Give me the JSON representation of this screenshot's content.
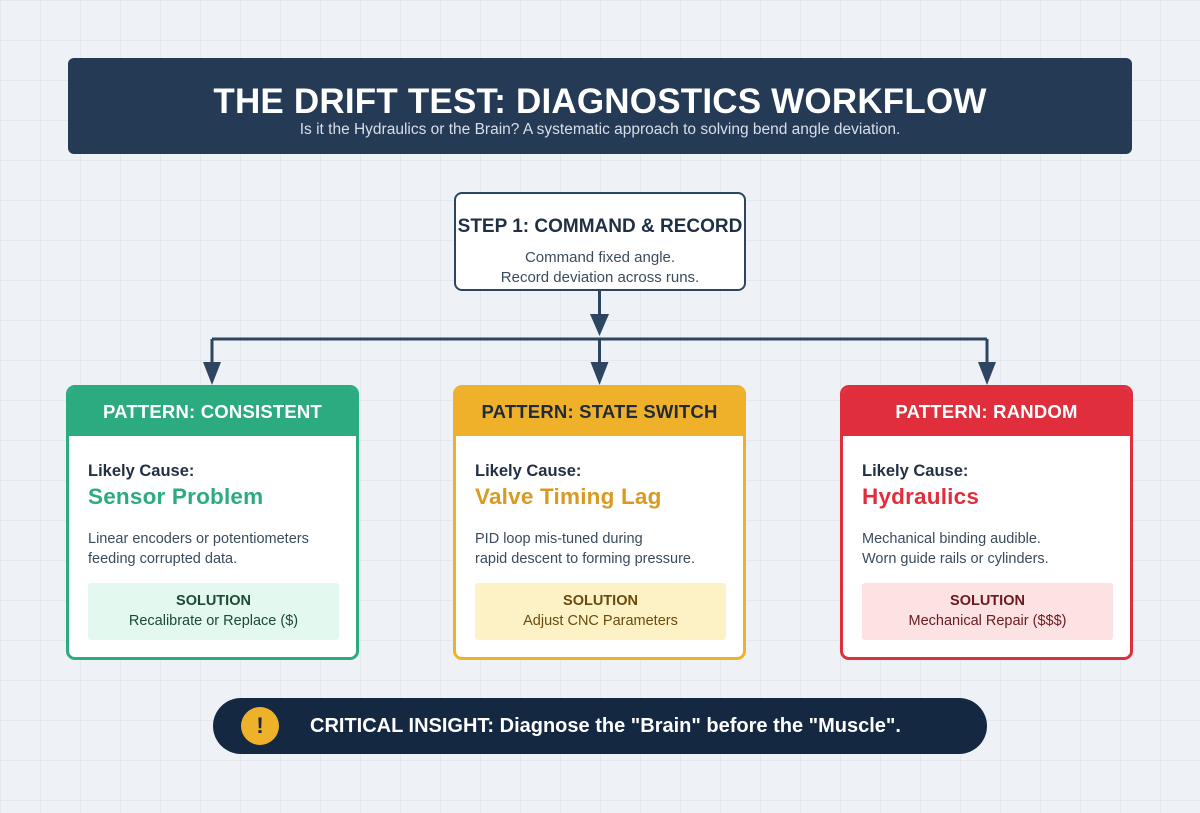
{
  "header": {
    "title": "THE DRIFT TEST: DIAGNOSTICS WORKFLOW",
    "subtitle": "Is it the Hydraulics or the Brain? A systematic approach to solving bend angle deviation."
  },
  "step": {
    "title": "STEP 1: COMMAND & RECORD",
    "lines": [
      "Command fixed angle.",
      "Record deviation across runs."
    ]
  },
  "patterns": [
    {
      "header": "PATTERN: CONSISTENT",
      "cause_label": "Likely Cause:",
      "cause": "Sensor Problem",
      "desc_lines": [
        "Linear encoders or potentiometers",
        "feeding corrupted data."
      ],
      "solution_title": "SOLUTION",
      "solution_text": "Recalibrate or Replace ($)",
      "accent_color": "#2bab7f",
      "solution_bg": "#e3f8ee",
      "solution_fg": "#1d4a35"
    },
    {
      "header": "PATTERN: STATE SWITCH",
      "cause_label": "Likely Cause:",
      "cause": "Valve Timing Lag",
      "desc_lines": [
        "PID loop mis-tuned during",
        "rapid descent to forming pressure."
      ],
      "solution_title": "SOLUTION",
      "solution_text": "Adjust CNC Parameters",
      "accent_color": "#f0b12a",
      "cause_color": "#d89a20",
      "header_text_color": "#1f2a3a",
      "solution_bg": "#fdf2c6",
      "solution_fg": "#6b4a0c"
    },
    {
      "header": "PATTERN: RANDOM",
      "cause_label": "Likely Cause:",
      "cause": "Hydraulics",
      "desc_lines": [
        "Mechanical binding audible.",
        "Worn guide rails or cylinders."
      ],
      "solution_title": "SOLUTION",
      "solution_text": "Mechanical Repair ($$$)",
      "accent_color": "#e02e3c",
      "solution_bg": "#fde2e3",
      "solution_fg": "#6a1a1f"
    }
  ],
  "insight": {
    "icon": "!",
    "text": "CRITICAL INSIGHT: Diagnose the \"Brain\" before the \"Muscle\"."
  },
  "colors": {
    "header_bg": "#243a55",
    "connector": "#2d4560",
    "insight_bg": "#142842"
  }
}
